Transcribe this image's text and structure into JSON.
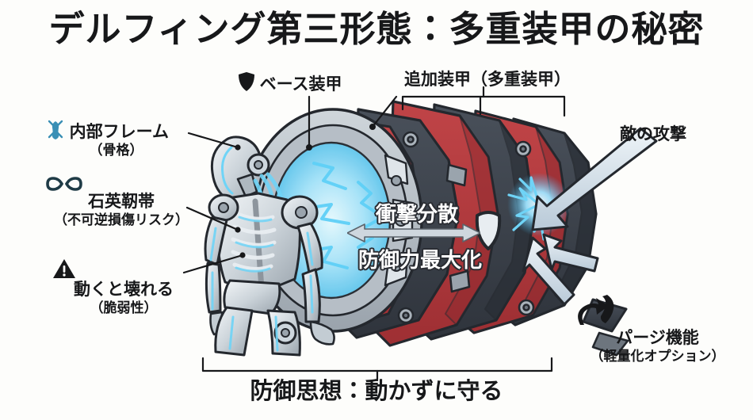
{
  "title": "デルフィング第三形態：多重装甲の秘密",
  "bottom_caption": "防御思想：動かずに守る",
  "labels": {
    "base_armor": {
      "icon": "shield-icon",
      "line1": "ベース装甲"
    },
    "extra_armor": {
      "line1": "追加装甲（多重装甲）"
    },
    "inner_frame": {
      "icon": "skeleton-frame-icon",
      "line1": "内部フレーム",
      "line2": "（骨格）"
    },
    "quartz_ligament": {
      "icon": "chain-link-icon",
      "line1": "石英靭帯",
      "line2": "（不可逆損傷リスク）"
    },
    "fragility": {
      "icon": "warning-triangle-icon",
      "line1": "動くと壊れる",
      "line2": "（脆弱性）"
    },
    "enemy_attack": {
      "line1": "敵の攻撃"
    },
    "purge": {
      "icon": "eject-arrow-icon",
      "line1": "パージ機能",
      "line2": "（軽量化オプション）"
    }
  },
  "overlays": {
    "shock_dispersion": "衝撃分散",
    "defense_max": "防御力最大化"
  },
  "colors": {
    "background": "#fdfdfb",
    "ink": "#17181a",
    "armor_red": "#b3393c",
    "armor_dark": "#3c424b",
    "armor_grey": "#8d959d",
    "frame_light": "#e7ecef",
    "energy_cyan": "#4fc8f5",
    "icon_blue": "#3a8fb5",
    "attack_arrow": "#cfdce6"
  }
}
